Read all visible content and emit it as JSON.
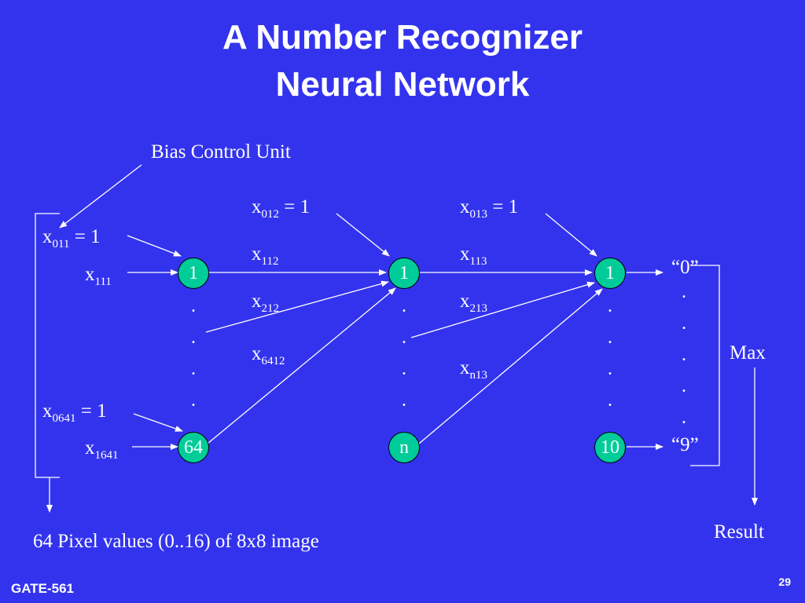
{
  "slide": {
    "title_line1": "A Number Recognizer",
    "title_line2": "Neural Network",
    "footer_left": "GATE-561",
    "page_number": "29"
  },
  "diagram": {
    "bias_unit": "Bias Control Unit",
    "pixel_caption": "64 Pixel values (0..16) of 8x8 image",
    "max_label": "Max",
    "result_label": "Result",
    "output_first": "“0”",
    "output_last": "“9”",
    "dot": ".",
    "layers": [
      {
        "top": "1",
        "bottom": "64"
      },
      {
        "top": "1",
        "bottom": "n"
      },
      {
        "top": "1",
        "bottom": "10"
      }
    ],
    "inputs": {
      "x011": {
        "base": "x",
        "sub": "011",
        "rest": " = 1"
      },
      "x111": {
        "base": "x",
        "sub": "111",
        "rest": ""
      },
      "x0641": {
        "base": "x",
        "sub": "0641",
        "rest": " = 1"
      },
      "x1641": {
        "base": "x",
        "sub": "1641",
        "rest": ""
      },
      "x012": {
        "base": "x",
        "sub": "012",
        "rest": " = 1"
      },
      "x112": {
        "base": "x",
        "sub": "112",
        "rest": ""
      },
      "x212": {
        "base": "x",
        "sub": "212",
        "rest": ""
      },
      "x6412": {
        "base": "x",
        "sub": "6412",
        "rest": ""
      },
      "x013": {
        "base": "x",
        "sub": "013",
        "rest": " = 1"
      },
      "x113": {
        "base": "x",
        "sub": "113",
        "rest": ""
      },
      "x213": {
        "base": "x",
        "sub": "213",
        "rest": ""
      },
      "xn13": {
        "base": "x",
        "sub": "n13",
        "rest": ""
      }
    }
  }
}
